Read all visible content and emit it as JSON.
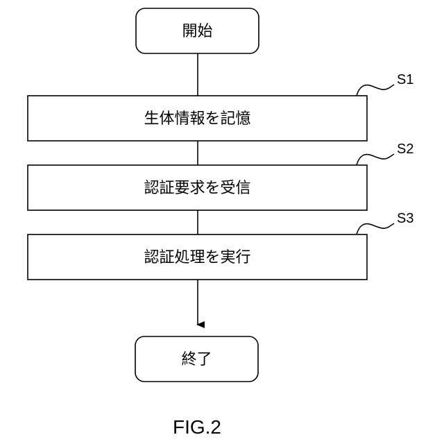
{
  "nodes": {
    "start": "開始",
    "step1": "生体情報を記憶",
    "step2": "認証要求を受信",
    "step3": "認証処理を実行",
    "end": "終了"
  },
  "step_labels": {
    "s1": "S1",
    "s2": "S2",
    "s3": "S3"
  },
  "figure_label": "FIG.2"
}
